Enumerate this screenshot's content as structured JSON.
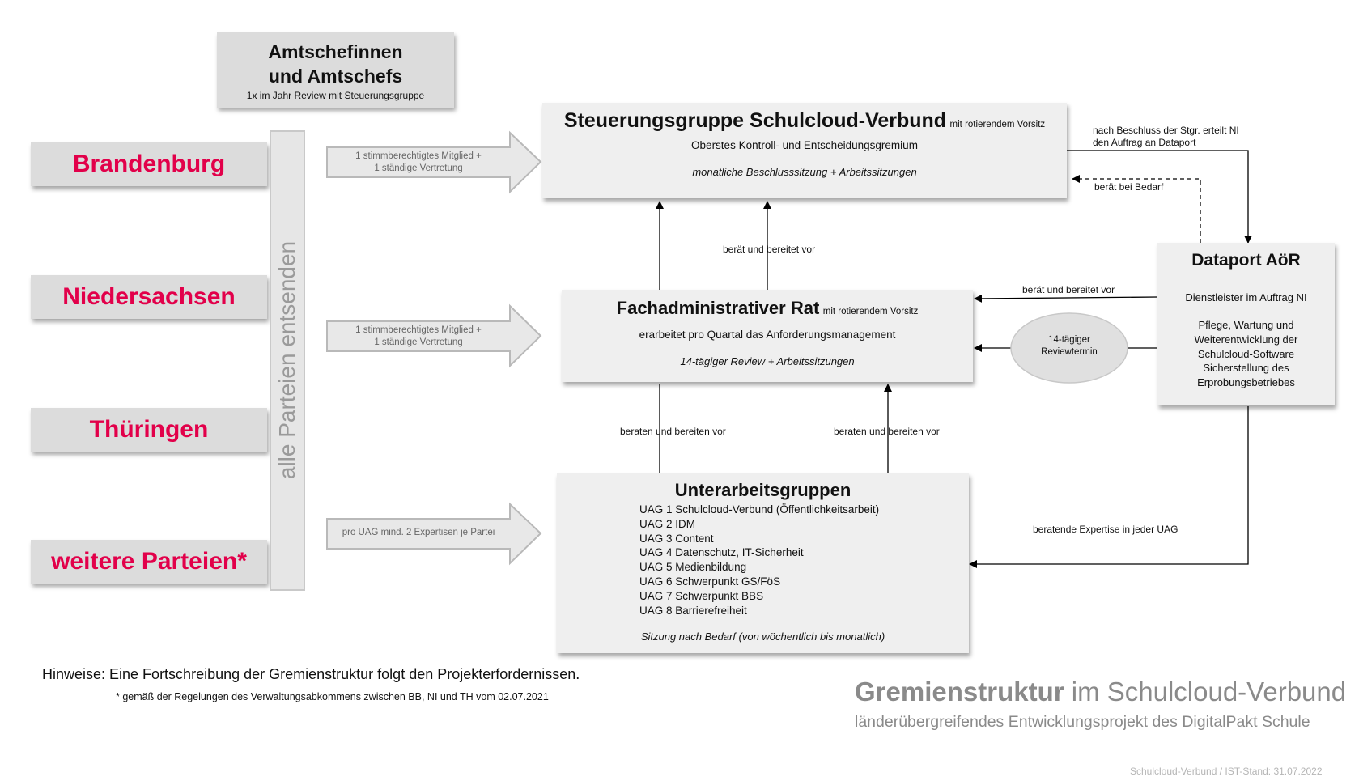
{
  "amtschefs": {
    "title_line1": "Amtschefinnen",
    "title_line2": "und Amtschefs",
    "subtitle": "1x im Jahr Review mit Steuerungsgruppe"
  },
  "parties": [
    "Brandenburg",
    "Niedersachsen",
    "Thüringen",
    "weitere Parteien*"
  ],
  "vertical_label": "alle Parteien entsenden",
  "arrows": {
    "steuerung": [
      "1 stimmberechtigtes Mitglied +",
      "1 ständige Vertretung"
    ],
    "fach": [
      "1 stimmberechtigtes Mitglied +",
      "1 ständige Vertretung"
    ],
    "uag": "pro UAG mind. 2 Expertisen je Partei"
  },
  "steuerung": {
    "title": "Steuerungsgruppe Schulcloud-Verbund",
    "suffix": "mit rotierendem Vorsitz",
    "desc": "Oberstes Kontroll- und Entscheidungsgremium",
    "meeting": "monatliche Beschlusssitzung + Arbeitssitzungen"
  },
  "fach": {
    "title": "Fachadministrativer Rat",
    "suffix": "mit rotierendem Vorsitz",
    "desc": "erarbeitet pro Quartal das Anforderungsmanagement",
    "meeting": "14-tägiger Review + Arbeitssitzungen"
  },
  "uag": {
    "title": "Unterarbeitsgruppen",
    "items": [
      "UAG 1 Schulcloud-Verbund (Öffentlichkeitsarbeit)",
      "UAG 2 IDM",
      "UAG 3 Content",
      "UAG 4 Datenschutz, IT-Sicherheit",
      "UAG 5 Medienbildung",
      "UAG 6 Schwerpunkt GS/FöS",
      "UAG 7 Schwerpunkt BBS",
      "UAG 8 Barrierefreiheit"
    ],
    "meeting": "Sitzung nach Bedarf (von wöchentlich bis monatlich)"
  },
  "dataport": {
    "title": "Dataport AöR",
    "line1": "Dienstleister im Auftrag NI",
    "lines": [
      "Pflege, Wartung und",
      "Weiterentwicklung der",
      "Schulcloud-Software",
      "Sicherstellung des",
      "Erprobungsbetriebes"
    ]
  },
  "review_oval": [
    "14-tägiger",
    "Reviewtermin"
  ],
  "connectors": {
    "beschluss": [
      "nach Beschluss der Stgr. erteilt NI",
      "den Auftrag an Dataport"
    ],
    "beraet_bedarf": "berät bei Bedarf",
    "beraet_vor_top": "berät und bereitet vor",
    "beraet_vor_dataport": "berät und bereitet vor",
    "beraten_left": "beraten und bereiten vor",
    "beraten_right": "beraten und bereiten vor",
    "expertise": "beratende Expertise in jeder UAG"
  },
  "hinweise": "Hinweise: Eine Fortschreibung der Gremienstruktur folgt den Projekterfordernissen.",
  "footnote": "* gemäß der Regelungen des Verwaltungsabkommens zwischen BB, NI und TH vom 02.07.2021",
  "footer": {
    "title_bold": "Gremienstruktur",
    "title_rest": " im Schulcloud-Verbund",
    "subtitle": "länderübergreifendes Entwicklungsprojekt des DigitalPakt Schule",
    "stand": "Schulcloud-Verbund / IST-Stand: 31.07.2022"
  }
}
